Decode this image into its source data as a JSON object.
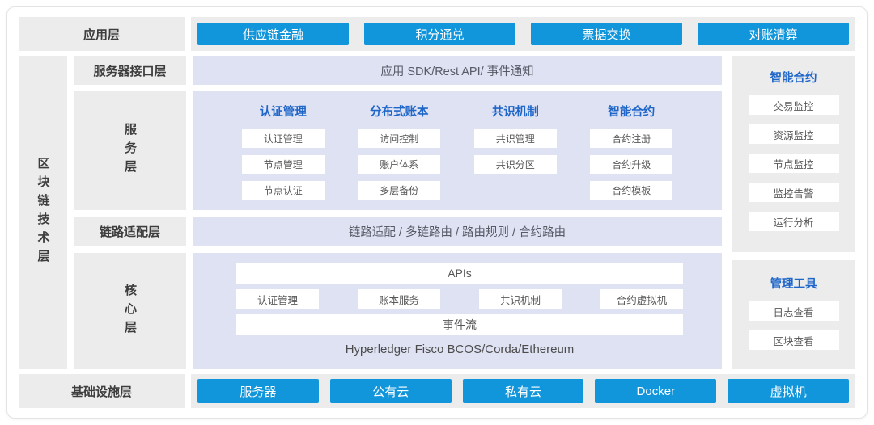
{
  "app_layer": {
    "label": "应用层",
    "buttons": [
      "供应链金融",
      "积分通兑",
      "票据交换",
      "对账清算"
    ]
  },
  "tech_layer_label": "区块链技术层",
  "interface_layer": {
    "label": "服务器接口层",
    "content": "应用 SDK/Rest API/ 事件通知"
  },
  "service_layer": {
    "label": "服务层",
    "columns": [
      {
        "header": "认证管理",
        "items": [
          "认证管理",
          "节点管理",
          "节点认证"
        ]
      },
      {
        "header": "分布式账本",
        "items": [
          "访问控制",
          "账户体系",
          "多层备份"
        ]
      },
      {
        "header": "共识机制",
        "items": [
          "共识管理",
          "共识分区"
        ]
      },
      {
        "header": "智能合约",
        "items": [
          "合约注册",
          "合约升级",
          "合约模板"
        ]
      }
    ]
  },
  "link_layer": {
    "label": "链路适配层",
    "content": "链路适配 / 多链路由 / 路由规则 / 合约路由"
  },
  "core_layer": {
    "label": "核心层",
    "api_bar": "APIs",
    "modules": [
      "认证管理",
      "账本服务",
      "共识机制",
      "合约虚拟机"
    ],
    "event_bar": "事件流",
    "platforms": "Hyperledger Fisco BCOS/Corda/Ethereum"
  },
  "monitor_panel": {
    "header": "智能合约",
    "items": [
      "交易监控",
      "资源监控",
      "节点监控",
      "监控告警",
      "运行分析"
    ]
  },
  "tools_panel": {
    "header": "管理工具",
    "items": [
      "日志查看",
      "区块查看"
    ]
  },
  "infra_layer": {
    "label": "基础设施层",
    "buttons": [
      "服务器",
      "公有云",
      "私有云",
      "Docker",
      "虚拟机"
    ]
  },
  "colors": {
    "button_blue": "#1296db",
    "heading_blue": "#1f66c9",
    "panel_lavender": "#dfe2f3",
    "box_gray": "#ececec"
  }
}
